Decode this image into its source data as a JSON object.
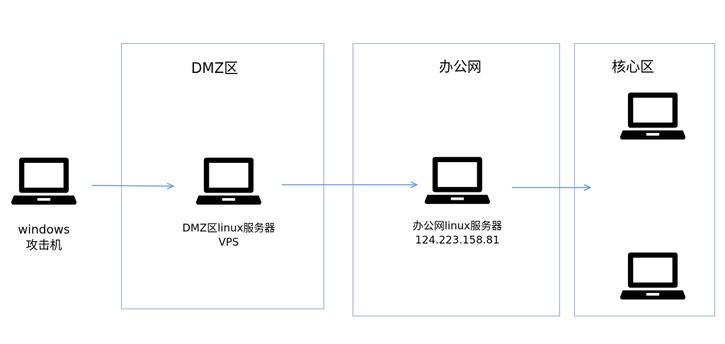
{
  "zones": {
    "dmz": {
      "title": "DMZ区"
    },
    "office": {
      "title": "办公网"
    },
    "core": {
      "title": "核心区"
    }
  },
  "nodes": {
    "attacker": {
      "line1": "windows",
      "line2": "攻击机"
    },
    "dmz_server": {
      "line1": "DMZ区linux服务器",
      "line2": "VPS"
    },
    "office_server": {
      "line1": "办公网linux服务器",
      "line2": "124.223.158.81"
    }
  },
  "colors": {
    "border": "#8ea9c8",
    "arrow": "#6a9ce0",
    "icon": "#000000"
  },
  "icons": [
    "laptop-icon",
    "arrow-right"
  ]
}
